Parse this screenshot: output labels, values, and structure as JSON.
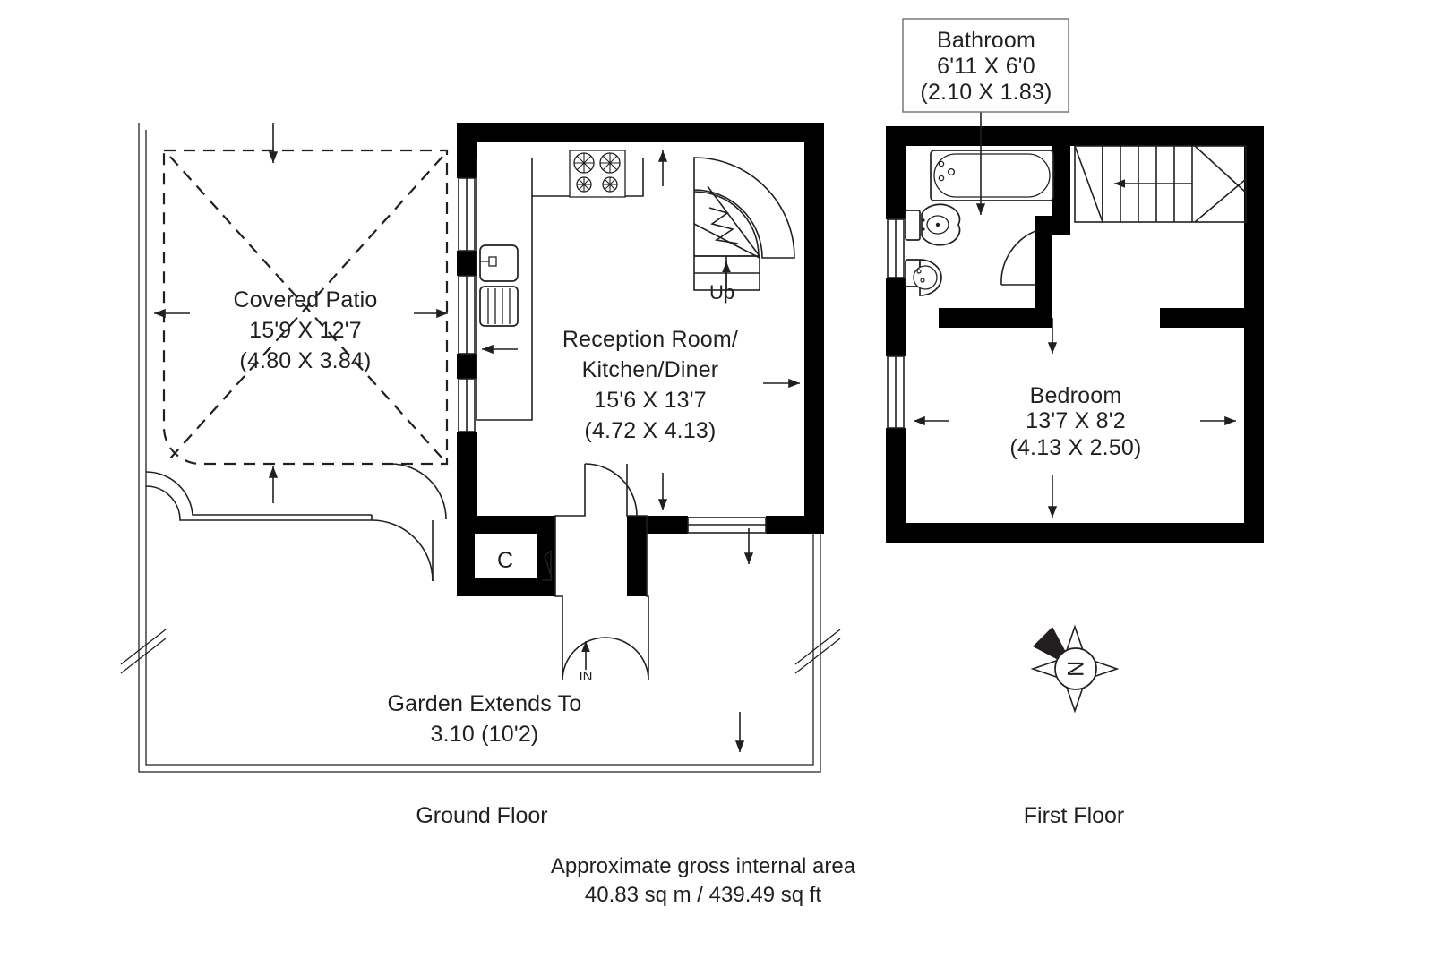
{
  "document": {
    "type": "floor-plan",
    "title": "Residential Floor Plan"
  },
  "ground_floor": {
    "name": "Ground Floor",
    "rooms": [
      {
        "id": "covered-patio",
        "name": "Covered Patio",
        "dimensions_imperial": "15'9 X 12'7",
        "dimensions_metric": "(4.80 X 3.84)"
      },
      {
        "id": "reception-kitchen-diner",
        "name_line1": "Reception Room/",
        "name_line2": "Kitchen/Diner",
        "dimensions_imperial": "15'6 X 13'7",
        "dimensions_metric": "(4.72 X 4.13)"
      }
    ],
    "annotations": {
      "stairs_direction": "Up",
      "cupboard": "C",
      "entrance": "IN",
      "garden_line1": "Garden Extends To",
      "garden_line2": "3.10 (10'2)"
    }
  },
  "first_floor": {
    "name": "First Floor",
    "rooms": [
      {
        "id": "bathroom",
        "name": "Bathroom",
        "dimensions_imperial": "6'11 X 6'0",
        "dimensions_metric": "(2.10 X 1.83)"
      },
      {
        "id": "bedroom",
        "name": "Bedroom",
        "dimensions_imperial": "13'7 X 8'2",
        "dimensions_metric": "(4.13 X 2.50)"
      }
    ],
    "annotations": {
      "compass_north": "N"
    }
  },
  "footer": {
    "area_line1": "Approximate gross internal area",
    "area_line2": "40.83 sq m / 439.49 sq ft"
  },
  "colors": {
    "wall": "#000000",
    "text": "#231f20",
    "background": "#ffffff",
    "label_box_border": "#6d6e71"
  }
}
